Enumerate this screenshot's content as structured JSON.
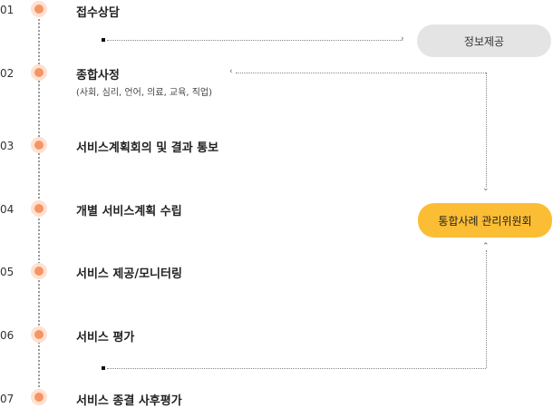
{
  "steps": [
    {
      "num": "01",
      "title": "접수상담"
    },
    {
      "num": "02",
      "title": "종합사정",
      "sub": "(사회, 심리, 언어, 의료, 교육, 직업)"
    },
    {
      "num": "03",
      "title": "서비스계획회의 및 결과 통보"
    },
    {
      "num": "04",
      "title": "개별 서비스계획 수립"
    },
    {
      "num": "05",
      "title": "서비스 제공/모니터링"
    },
    {
      "num": "06",
      "title": "서비스 평가"
    },
    {
      "num": "07",
      "title": "서비스 종결 사후평가"
    }
  ],
  "side": {
    "info_label": "정보제공",
    "committee_label": "통합사례 관리위원회"
  },
  "colors": {
    "dot": "#f59565",
    "dot_halo": "#fde1d1",
    "committee": "#fbbd34",
    "info": "#e4e4e4"
  }
}
